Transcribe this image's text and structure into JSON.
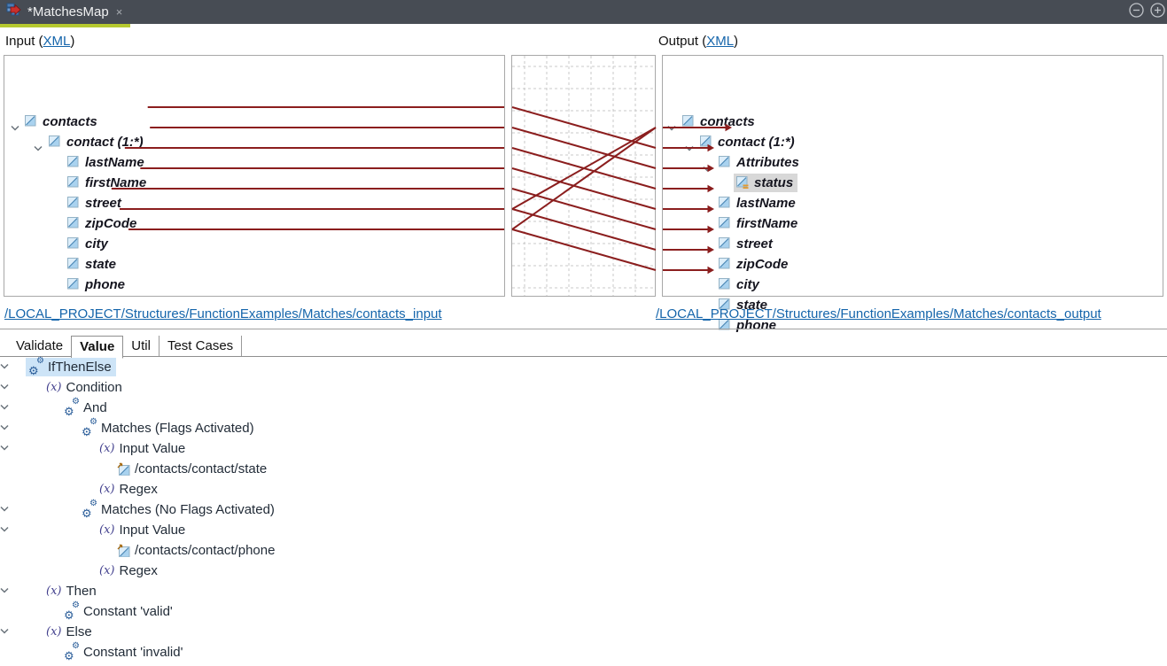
{
  "window": {
    "title": "*MatchesMap",
    "close_glyph": "×"
  },
  "header": {
    "input_prefix": "Input (",
    "output_prefix": "Output (",
    "xml_link": "XML",
    "suffix": ")"
  },
  "input_panel": {
    "path": "/LOCAL_PROJECT/Structures/FunctionExamples/Matches/contacts_input",
    "tree": [
      {
        "label": "contacts",
        "level": 0,
        "chevron": true
      },
      {
        "label": "contact (1:*)",
        "level": 1,
        "chevron": true
      },
      {
        "label": "lastName",
        "level": 2,
        "leaf": true
      },
      {
        "label": "firstName",
        "level": 2,
        "leaf": true
      },
      {
        "label": "street",
        "level": 2,
        "leaf": true
      },
      {
        "label": "zipCode",
        "level": 2,
        "leaf": true
      },
      {
        "label": "city",
        "level": 2,
        "leaf": true
      },
      {
        "label": "state",
        "level": 2,
        "leaf": true
      },
      {
        "label": "phone",
        "level": 2,
        "leaf": true
      }
    ]
  },
  "output_panel": {
    "path": "/LOCAL_PROJECT/Structures/FunctionExamples/Matches/contacts_output",
    "tree": [
      {
        "label": "contacts",
        "level": 0,
        "chevron": true
      },
      {
        "label": "contact (1:*)",
        "level": 1,
        "chevron": true
      },
      {
        "label": "Attributes",
        "level": 2,
        "chevron": true
      },
      {
        "label": "status",
        "level": 3,
        "attr": true,
        "selected": true,
        "arrow": true
      },
      {
        "label": "lastName",
        "level": 2,
        "arrow": true
      },
      {
        "label": "firstName",
        "level": 2,
        "arrow": true
      },
      {
        "label": "street",
        "level": 2,
        "arrow": true
      },
      {
        "label": "zipCode",
        "level": 2,
        "arrow": true
      },
      {
        "label": "city",
        "level": 2,
        "arrow": true
      },
      {
        "label": "state",
        "level": 2,
        "arrow": true
      },
      {
        "label": "phone",
        "level": 2,
        "arrow": true
      }
    ]
  },
  "connections": [
    [
      "lastName",
      "lastName"
    ],
    [
      "firstName",
      "firstName"
    ],
    [
      "street",
      "street"
    ],
    [
      "zipCode",
      "zipCode"
    ],
    [
      "city",
      "city"
    ],
    [
      "state",
      "state"
    ],
    [
      "phone",
      "phone"
    ],
    [
      "state",
      "status"
    ],
    [
      "phone",
      "status"
    ]
  ],
  "bottom": {
    "tabs": [
      {
        "label": "Validate",
        "active": false
      },
      {
        "label": "Value",
        "active": true
      },
      {
        "label": "Util",
        "active": false
      },
      {
        "label": "Test Cases",
        "active": false
      }
    ],
    "tree": [
      {
        "label": "IfThenElse",
        "level": 0,
        "icon": "gears",
        "chevron": true,
        "selected": true
      },
      {
        "label": "Condition",
        "level": 1,
        "icon": "fx",
        "chevron": true
      },
      {
        "label": "And",
        "level": 2,
        "icon": "gears",
        "chevron": true
      },
      {
        "label": "Matches (Flags Activated)",
        "level": 3,
        "icon": "gears",
        "chevron": true
      },
      {
        "label": "Input Value",
        "level": 4,
        "icon": "fx",
        "chevron": true
      },
      {
        "label": "/contacts/contact/state",
        "level": 5,
        "icon": "element-arrow",
        "chevron": false
      },
      {
        "label": "Regex",
        "level": 4,
        "icon": "fx",
        "chevron": false
      },
      {
        "label": "Matches (No Flags Activated)",
        "level": 3,
        "icon": "gears",
        "chevron": true
      },
      {
        "label": "Input Value",
        "level": 4,
        "icon": "fx",
        "chevron": true
      },
      {
        "label": "/contacts/contact/phone",
        "level": 5,
        "icon": "element-arrow",
        "chevron": false
      },
      {
        "label": "Regex",
        "level": 4,
        "icon": "fx",
        "chevron": false
      },
      {
        "label": "Then",
        "level": 1,
        "icon": "fx",
        "chevron": true
      },
      {
        "label": "Constant 'valid'",
        "level": 2,
        "icon": "gears",
        "chevron": false
      },
      {
        "label": "Else",
        "level": 1,
        "icon": "fx",
        "chevron": true
      },
      {
        "label": "Constant 'invalid'",
        "level": 2,
        "icon": "gears",
        "chevron": false
      }
    ]
  },
  "icons": {
    "tab": "mapping-document-icon",
    "gears": "function-gears-icon",
    "fx": "fx-variable-icon",
    "element": "xml-element-icon",
    "attribute": "xml-attribute-icon",
    "element_arrow": "xml-element-input-icon",
    "chevron": "chevron-down-icon",
    "minus": "minus-circle-icon",
    "plus": "plus-circle-icon"
  },
  "colors": {
    "connection": "#8b1e1e",
    "accent": "#b6c92f",
    "titlebar": "#474c54",
    "selection_blue": "#cde4f7",
    "selection_gray": "#d8d8d8",
    "link": "#1565ab",
    "grid": "#c8c8c8"
  }
}
